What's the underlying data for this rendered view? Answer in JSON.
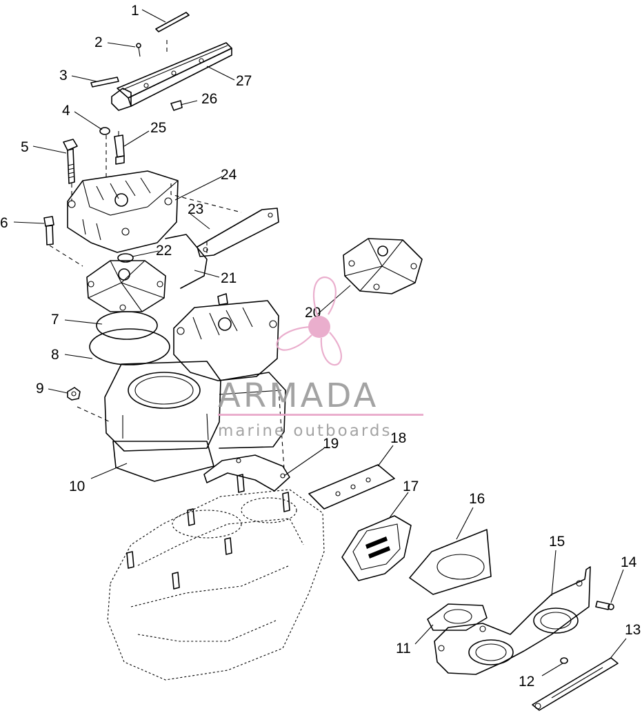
{
  "callouts": [
    {
      "id": "1",
      "label": "1"
    },
    {
      "id": "2",
      "label": "2"
    },
    {
      "id": "3",
      "label": "3"
    },
    {
      "id": "4",
      "label": "4"
    },
    {
      "id": "5",
      "label": "5"
    },
    {
      "id": "6",
      "label": "6"
    },
    {
      "id": "7",
      "label": "7"
    },
    {
      "id": "8",
      "label": "8"
    },
    {
      "id": "9",
      "label": "9"
    },
    {
      "id": "10",
      "label": "10"
    },
    {
      "id": "11",
      "label": "11"
    },
    {
      "id": "12",
      "label": "12"
    },
    {
      "id": "13",
      "label": "13"
    },
    {
      "id": "14",
      "label": "14"
    },
    {
      "id": "15",
      "label": "15"
    },
    {
      "id": "16",
      "label": "16"
    },
    {
      "id": "17",
      "label": "17"
    },
    {
      "id": "18",
      "label": "18"
    },
    {
      "id": "19",
      "label": "19"
    },
    {
      "id": "20",
      "label": "20"
    },
    {
      "id": "21",
      "label": "21"
    },
    {
      "id": "22",
      "label": "22"
    },
    {
      "id": "23",
      "label": "23"
    },
    {
      "id": "24",
      "label": "24"
    },
    {
      "id": "25",
      "label": "25"
    },
    {
      "id": "26",
      "label": "26"
    },
    {
      "id": "27",
      "label": "27"
    }
  ],
  "watermark": {
    "title": "ARMADA",
    "subtitle": "marine outboards",
    "brand_color": "#e8a6c8",
    "text_color": "#9a9a9a"
  }
}
